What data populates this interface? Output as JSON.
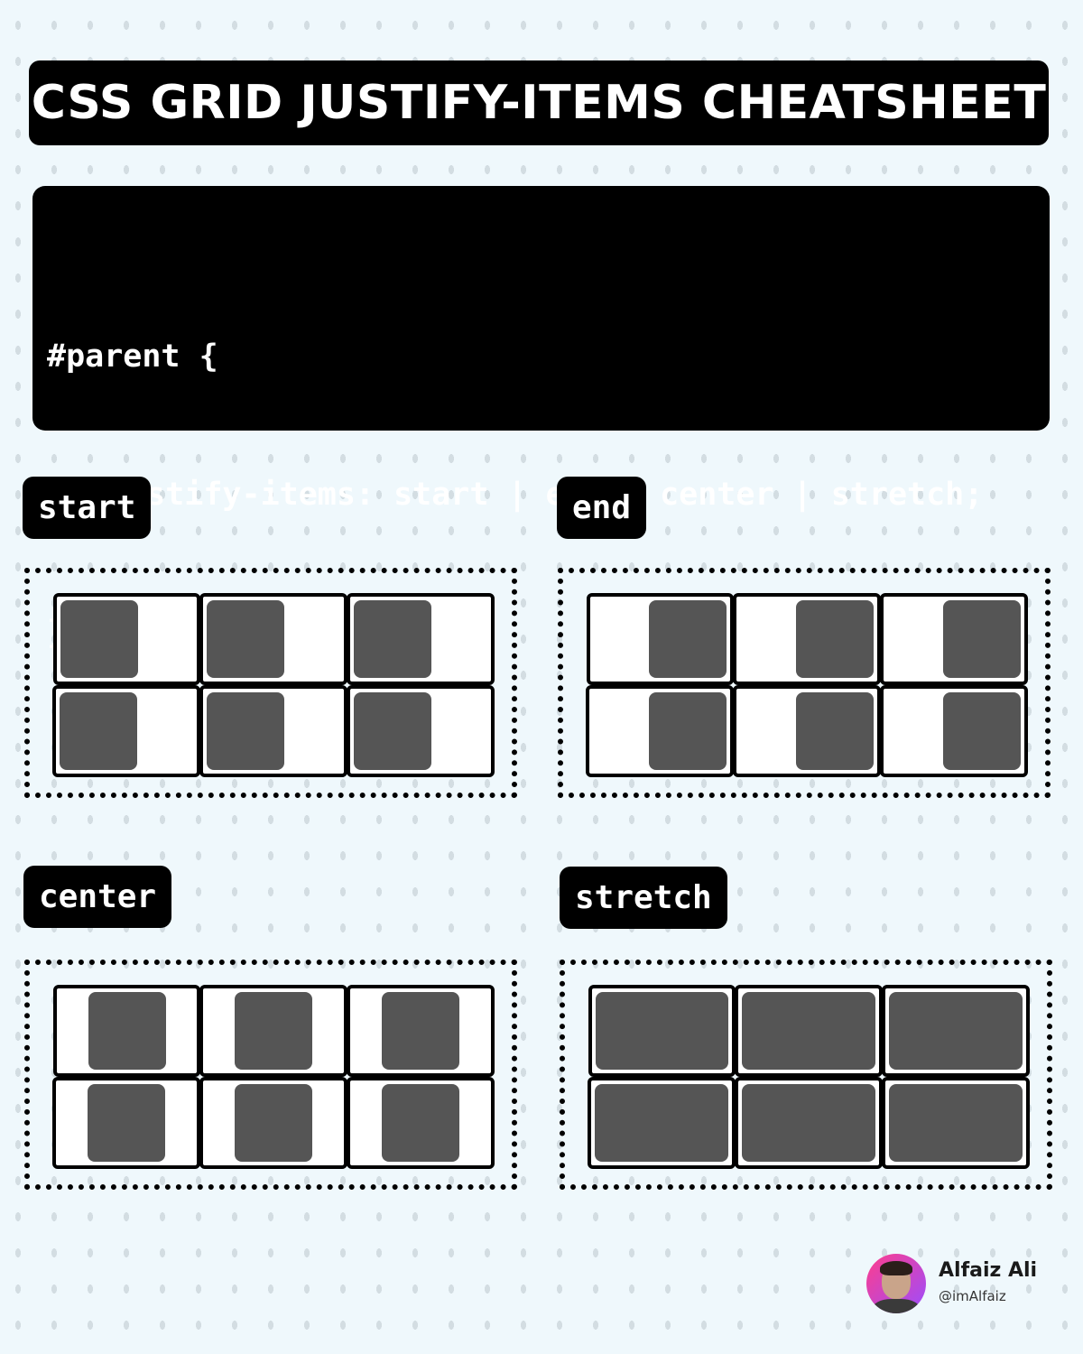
{
  "title": "CSS GRID JUSTIFY-ITEMS CHEATSHEET",
  "code": {
    "line1": "#parent {",
    "line2": "justify-items: start | end | center | stretch;",
    "line3": "}"
  },
  "examples": [
    {
      "label": "start"
    },
    {
      "label": "end"
    },
    {
      "label": "center"
    },
    {
      "label": "stretch"
    }
  ],
  "author": {
    "name": "Alfaiz Ali",
    "handle": "@imAlfaiz"
  }
}
